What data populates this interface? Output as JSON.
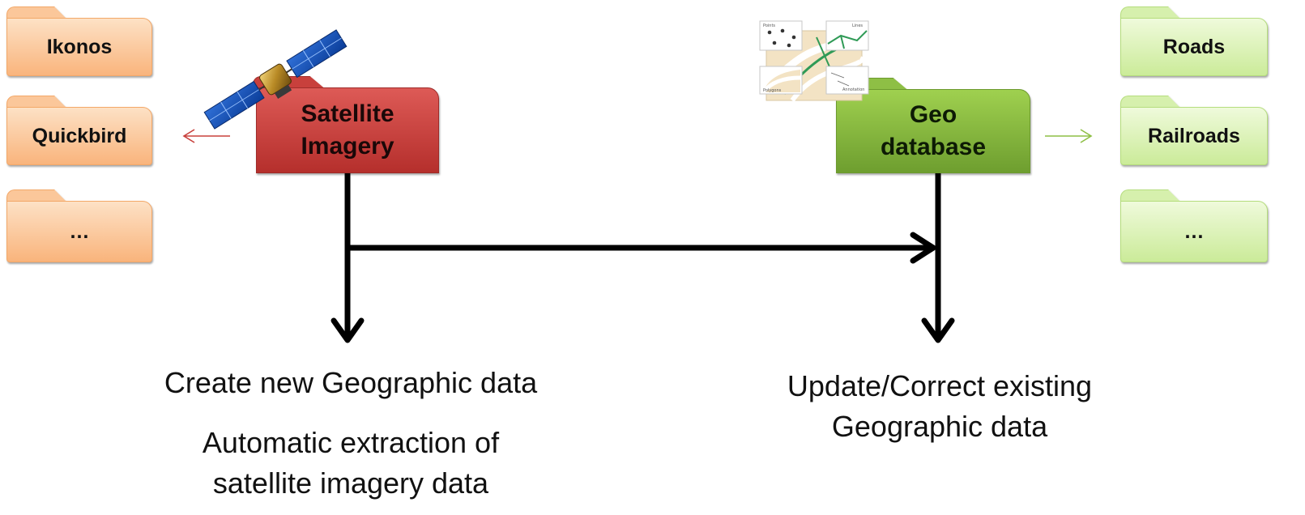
{
  "left_sources": [
    "Ikonos",
    "Quickbird",
    "…"
  ],
  "right_outputs": [
    "Roads",
    "Railroads",
    "…"
  ],
  "satellite_folder": {
    "line1": "Satellite",
    "line2": "Imagery"
  },
  "geo_folder": {
    "line1": "Geo",
    "line2": "database"
  },
  "captions": {
    "create_new": "Create new Geographic data",
    "automatic_line1": "Automatic extraction of",
    "automatic_line2": "satellite imagery data",
    "update_line1": "Update/Correct existing",
    "update_line2": "Geographic data"
  },
  "map_labels": [
    "Points",
    "Lines",
    "Polygons",
    "Annotation"
  ],
  "colors": {
    "orange_folder": "#f9b47c",
    "green_folder": "#cbeb99",
    "satellite_red": "#c8403c",
    "geo_green": "#8ebf45",
    "arrow": "#000000",
    "left_arrow": "#c8403c",
    "right_arrow": "#8ebf45"
  }
}
